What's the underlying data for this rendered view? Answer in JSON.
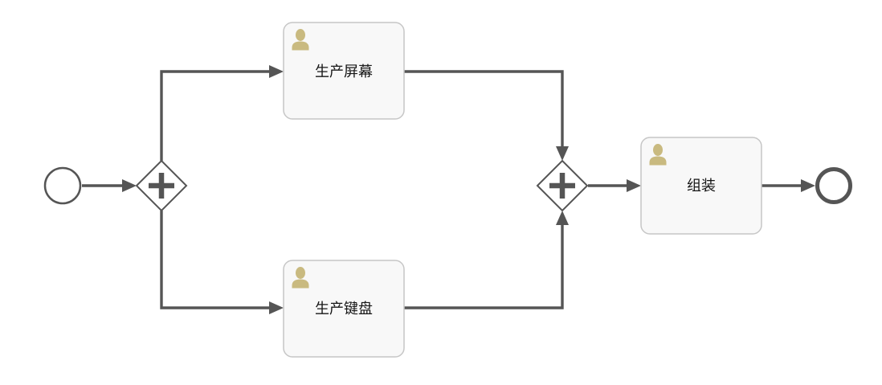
{
  "diagram": {
    "kind": "bpmn-process-diagram",
    "background_color": "#ffffff",
    "colors": {
      "connector": "#555555",
      "event_stroke": "#555555",
      "gateway_stroke": "#555555",
      "gateway_plus": "#555555",
      "task_fill": "#f8f8f8",
      "task_border": "#c6c6c6",
      "task_text": "#161616",
      "user_icon": "#c9ba80"
    },
    "nodes": {
      "start_event": {
        "type": "start-event",
        "shape": "thin-circle",
        "label": ""
      },
      "gateway_split": {
        "type": "parallel-gateway",
        "shape": "diamond",
        "icon": "plus-icon",
        "label": ""
      },
      "task_produce_screen": {
        "type": "user-task",
        "shape": "rounded-rectangle",
        "icon": "user-icon",
        "label": "生产屏幕"
      },
      "task_produce_keyboard": {
        "type": "user-task",
        "shape": "rounded-rectangle",
        "icon": "user-icon",
        "label": "生产键盘"
      },
      "gateway_join": {
        "type": "parallel-gateway",
        "shape": "diamond",
        "icon": "plus-icon",
        "label": ""
      },
      "task_assemble": {
        "type": "user-task",
        "shape": "rounded-rectangle",
        "icon": "user-icon",
        "label": "组装"
      },
      "end_event": {
        "type": "end-event",
        "shape": "thick-circle",
        "label": ""
      }
    },
    "flows": [
      {
        "from": "start_event",
        "to": "gateway_split",
        "label": ""
      },
      {
        "from": "gateway_split",
        "to": "task_produce_screen",
        "label": ""
      },
      {
        "from": "gateway_split",
        "to": "task_produce_keyboard",
        "label": ""
      },
      {
        "from": "task_produce_screen",
        "to": "gateway_join",
        "label": ""
      },
      {
        "from": "task_produce_keyboard",
        "to": "gateway_join",
        "label": ""
      },
      {
        "from": "gateway_join",
        "to": "task_assemble",
        "label": ""
      },
      {
        "from": "task_assemble",
        "to": "end_event",
        "label": ""
      }
    ]
  }
}
